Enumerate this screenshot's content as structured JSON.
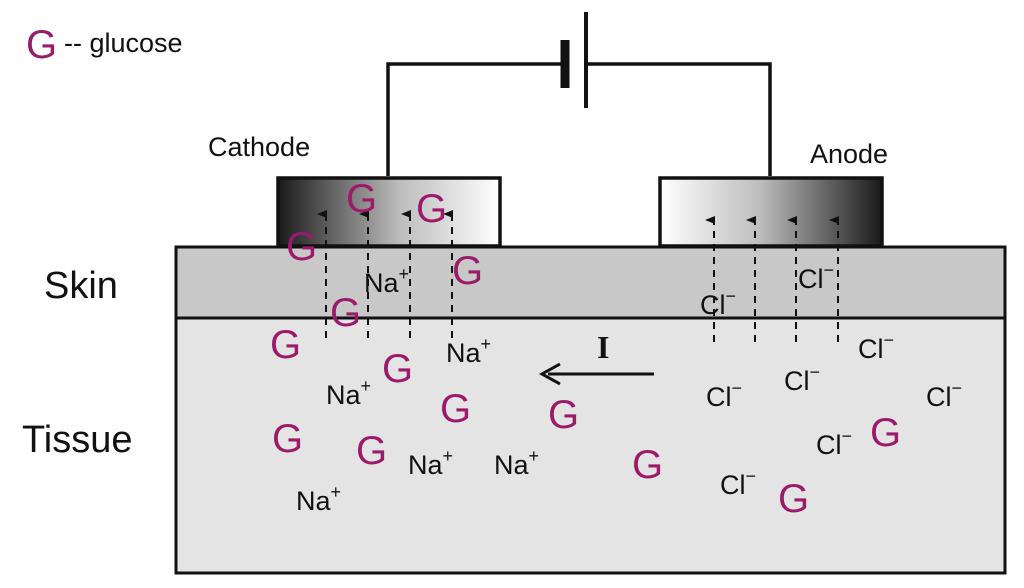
{
  "legend": {
    "symbol": "G",
    "text": "-- glucose"
  },
  "electrodes": {
    "cathode": "Cathode",
    "anode": "Anode"
  },
  "layers": {
    "skin": "Skin",
    "tissue": "Tissue"
  },
  "current_label": "I",
  "glucose_symbol": "G",
  "ions": {
    "sodium": "Na",
    "sodium_charge": "+",
    "chloride": "Cl",
    "chloride_charge": "−"
  },
  "colors": {
    "glucose": "#9b1b6a",
    "skin": "#c8c8c8",
    "tissue": "#e4e4e4",
    "outline": "#111111",
    "cathode_dark": "#1a1a1a",
    "anode_dark": "#1a1a1a",
    "electrode_light": "#ffffff"
  }
}
